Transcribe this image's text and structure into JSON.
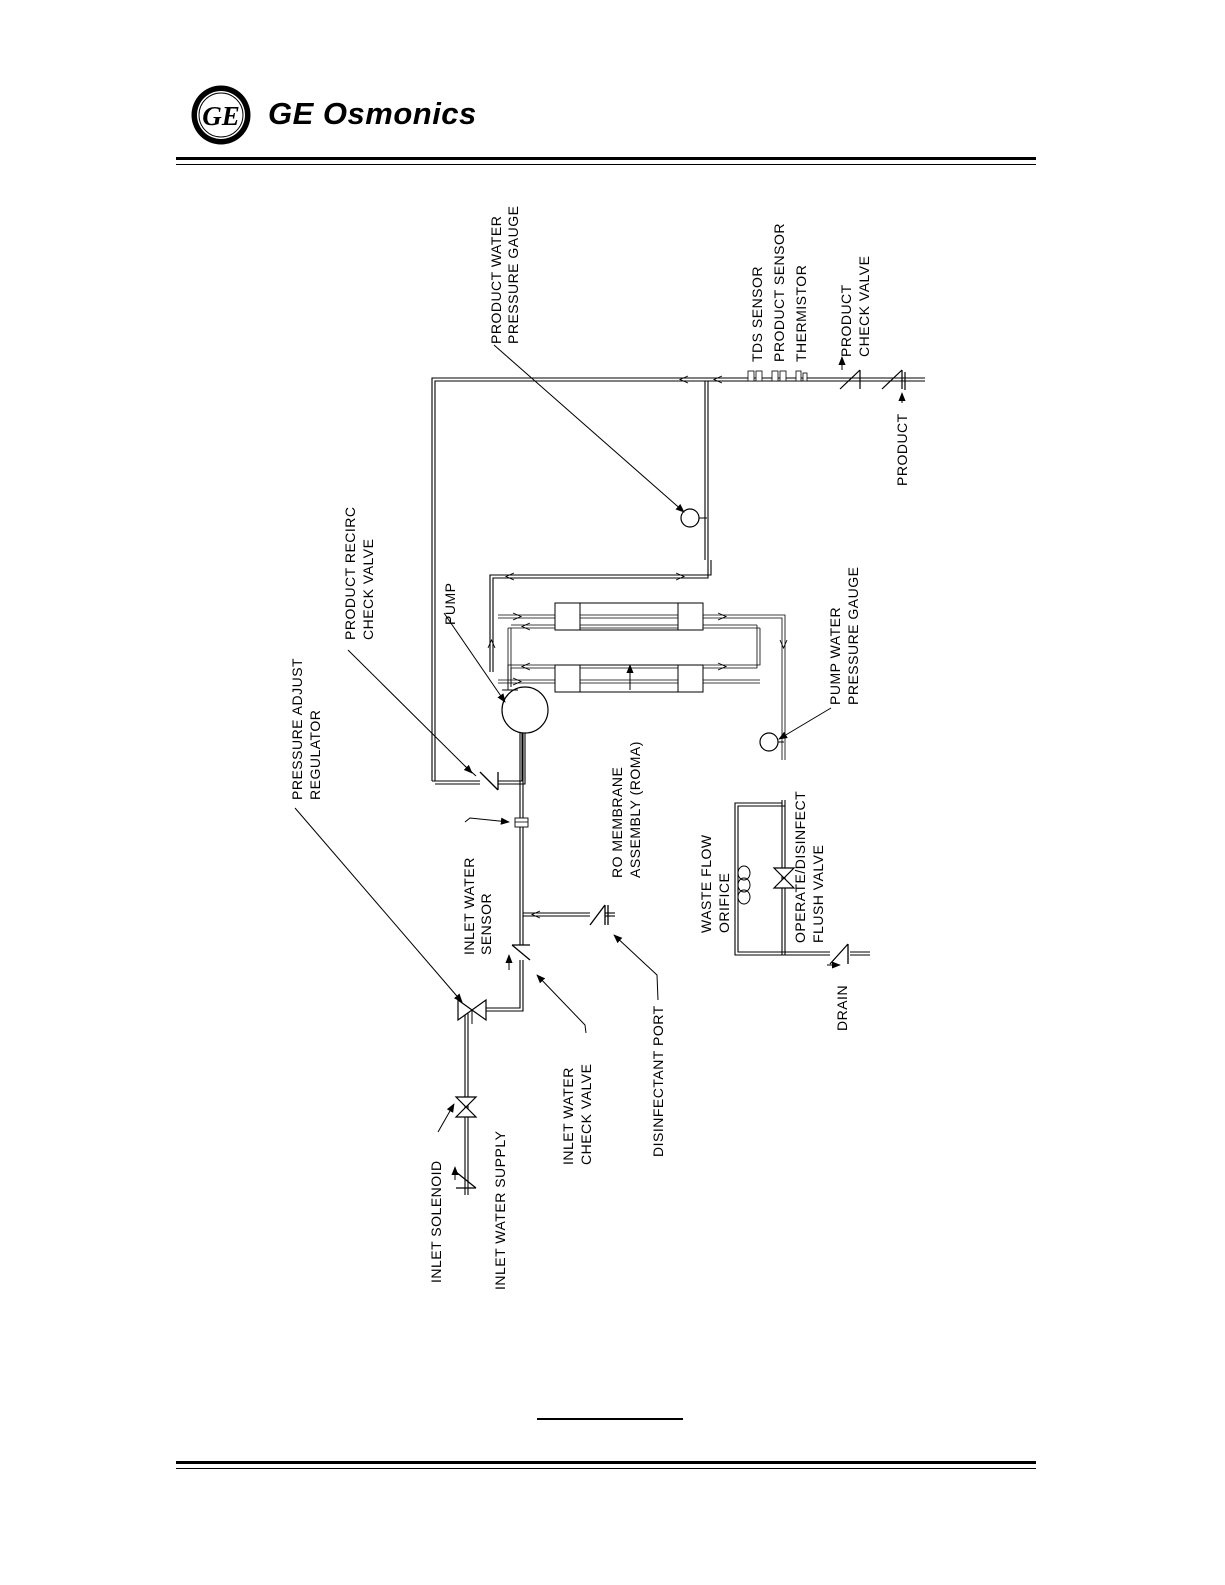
{
  "header": {
    "brand": "GE Osmonics",
    "logo_letters": "GE"
  },
  "labels": {
    "product_water_gauge": [
      "PRODUCT WATER",
      "PRESSURE GAUGE"
    ],
    "tds_sensor": "TDS SENSOR",
    "product_sensor": "PRODUCT SENSOR",
    "thermistor": "THERMISTOR",
    "product_check_valve": [
      "PRODUCT",
      "CHECK VALVE"
    ],
    "product": "PRODUCT",
    "pressure_adjust_regulator": [
      "PRESSURE ADJUST",
      "REGULATOR"
    ],
    "product_recirc_check_valve": [
      "PRODUCT RECIRC",
      "CHECK VALVE"
    ],
    "pump": "PUMP",
    "pump_water_gauge": [
      "PUMP WATER",
      "PRESSURE GAUGE"
    ],
    "ro_membrane": [
      "RO MEMBRANE",
      "ASSEMBLY (ROMA)"
    ],
    "waste_flow_orifice": [
      "WASTE FLOW",
      "ORIFICE"
    ],
    "flush_valve": [
      "OPERATE/DISINFECT",
      "FLUSH VALVE"
    ],
    "drain": "DRAIN",
    "inlet_water_sensor": [
      "INLET WATER",
      "SENSOR"
    ],
    "disinfectant_port": "DISINFECTANT PORT",
    "inlet_water_check_valve": [
      "INLET WATER",
      "CHECK VALVE"
    ],
    "inlet_solenoid": "INLET SOLENOID",
    "inlet_water_supply": "INLET WATER SUPPLY"
  }
}
